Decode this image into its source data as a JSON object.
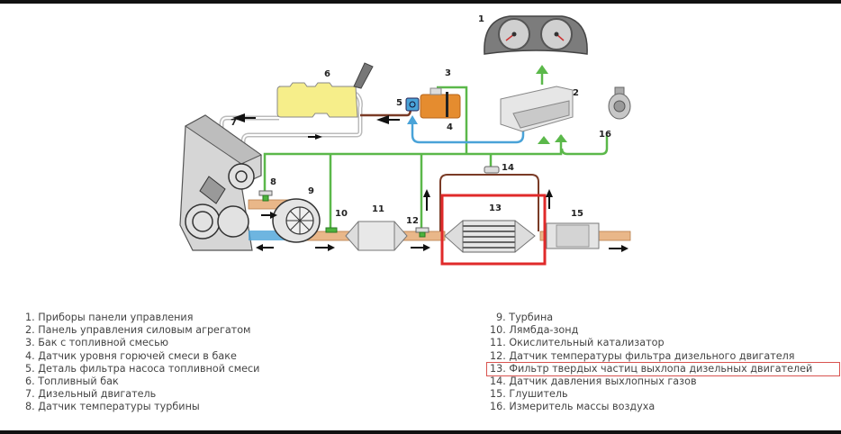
{
  "colors": {
    "signal_line": "#5bb84a",
    "fuel_line": "#7a3b26",
    "return_line": "#4aa3d8",
    "exhaust_pipe": "#e9b789",
    "highlight": "#e02a2a",
    "tank": "#f6ee8a",
    "pump_tank": "#e58c2f"
  },
  "diagram": {
    "labels": {
      "n1": "1",
      "n2": "2",
      "n3": "3",
      "n4": "4",
      "n5": "5",
      "n6": "6",
      "n7": "7",
      "n8": "8",
      "n9": "9",
      "n10": "10",
      "n11": "11",
      "n12": "12",
      "n13": "13",
      "n14": "14",
      "n15": "15",
      "n16": "16"
    },
    "highlighted_component": "13"
  },
  "legend": {
    "left": [
      "1. Приборы панели управления",
      "2. Панель управления силовым агрегатом",
      "3. Бак с топливной смесью",
      "4. Датчик уровня горючей смеси в баке",
      "5. Деталь фильтра насоса топливной смеси",
      "6. Топливный бак",
      "7. Дизельный двигатель",
      "8. Датчик температуры турбины"
    ],
    "right": [
      "9. Турбина",
      "10. Лямбда-зонд",
      "11. Окислительный катализатор",
      "12. Датчик температуры фильтра дизельного двигателя",
      "13. Фильтр твердых частиц выхлопа дизельных двигателей",
      "14. Датчик давления выхлопных газов",
      "15. Глушитель",
      "16. Измеритель массы воздуха"
    ]
  }
}
